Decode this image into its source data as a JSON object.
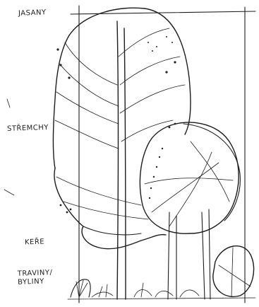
{
  "labels": {
    "jasany": "JASANY",
    "stremchy": "STŘEMCHY",
    "kere": "KEŘE",
    "traviny_line1": "TRAVINY/",
    "traviny_line2": "BYLINY"
  }
}
